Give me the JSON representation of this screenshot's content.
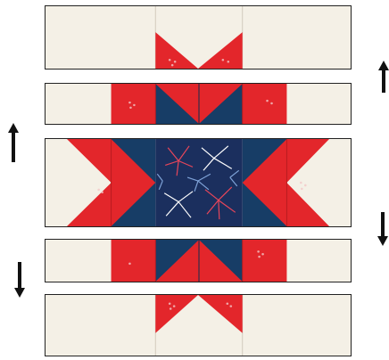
{
  "colors": {
    "background_fabric": "#f4f0e6",
    "red_fabric": "#e3262b",
    "navy_fabric": "#173d66",
    "seam_line": "#c9c2b4",
    "arrow": "#111111"
  },
  "rows": [
    {
      "name": "row-1",
      "pressing": "none"
    },
    {
      "name": "row-2",
      "pressing": "up"
    },
    {
      "name": "row-3-center",
      "pressing": "up"
    },
    {
      "name": "row-4",
      "pressing": "down"
    },
    {
      "name": "row-5",
      "pressing": "down"
    }
  ],
  "icons": {
    "row2_arrow": "arrow-up-icon",
    "row3_arrow": "arrow-up-icon",
    "row4_arrow": "arrow-down-icon",
    "row5_arrow": "arrow-down-icon"
  },
  "center_fabric": "fireworks-print"
}
